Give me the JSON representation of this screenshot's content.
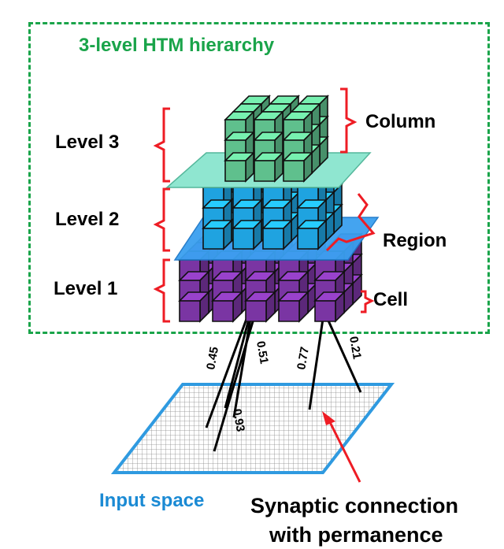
{
  "title": "3-level HTM hierarchy",
  "levels": [
    "Level 3",
    "Level 2",
    "Level 1"
  ],
  "parts": {
    "column": "Column",
    "region": "Region",
    "cell": "Cell"
  },
  "weights": [
    "0.45",
    "0.51",
    "0.93",
    "0.77",
    "0.21"
  ],
  "input_label": "Input space",
  "synapse_label_line1": "Synaptic connection",
  "synapse_label_line2": "with permanence",
  "colors": {
    "frame": "#1aa44a",
    "level3_cube": "#5fc08d",
    "level2_cube": "#1fa3e0",
    "level1_cube": "#7a35a3",
    "sheet_top": "#8fe6d0",
    "sheet_mid": "#3aa0f0",
    "bracket": "#ee1c24",
    "input_label": "#1a8ad4"
  }
}
